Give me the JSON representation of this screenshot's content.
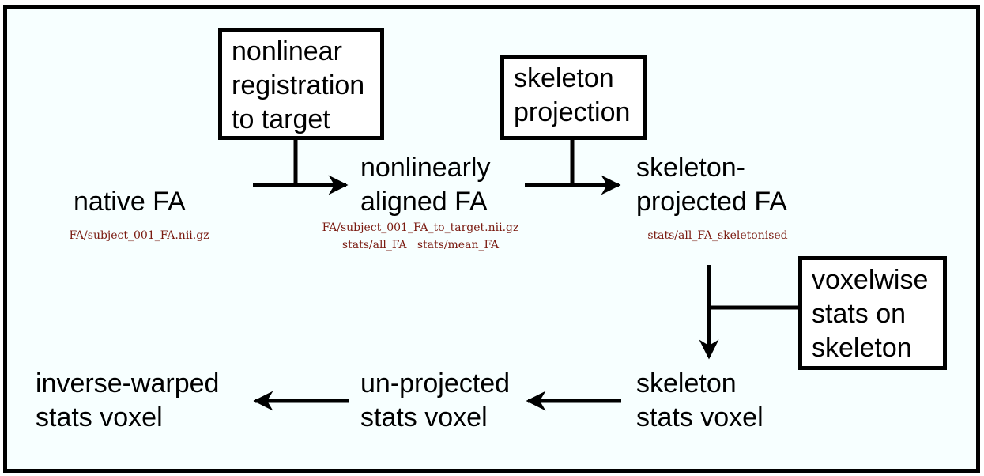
{
  "nodes": {
    "native_fa": {
      "line1": "native FA"
    },
    "aligned_fa": {
      "line1": "nonlinearly",
      "line2": "aligned FA"
    },
    "skeleton_projected_fa": {
      "line1": "skeleton-",
      "line2": "projected FA"
    },
    "skeleton_stats": {
      "line1": "skeleton",
      "line2": "stats voxel"
    },
    "unprojected_stats": {
      "line1": "un-projected",
      "line2": "stats voxel"
    },
    "inverse_warped_stats": {
      "line1": "inverse-warped",
      "line2": "stats voxel"
    }
  },
  "process_boxes": {
    "nonlinear_registration": {
      "line1": "nonlinear",
      "line2": "registration",
      "line3": "to target"
    },
    "skeleton_projection": {
      "line1": "skeleton",
      "line2": "projection"
    },
    "voxelwise_stats": {
      "line1": "voxelwise",
      "line2": "stats on",
      "line3": "skeleton"
    }
  },
  "file_labels": {
    "native_fa": "FA/subject_001_FA.nii.gz",
    "aligned_fa_line1": "FA/subject_001_FA_to_target.nii.gz",
    "aligned_fa_line2": "stats/all_FA   stats/mean_FA",
    "skeleton_projected_fa": "stats/all_FA_skeletonised"
  },
  "colors": {
    "file_label": "#7a1a10",
    "frame_background": "#f7ffff",
    "stroke": "#000000"
  }
}
